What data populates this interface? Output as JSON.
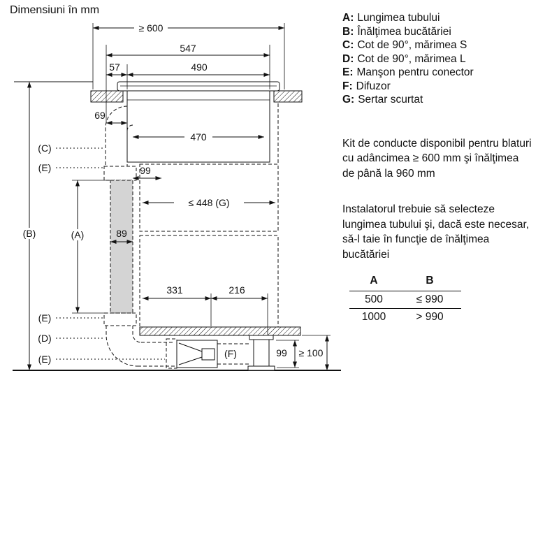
{
  "title": "Dimensiuni în mm",
  "legend": [
    {
      "key": "A:",
      "text": "Lungimea tubului"
    },
    {
      "key": "B:",
      "text": "Înălţimea bucătăriei"
    },
    {
      "key": "C:",
      "text": "Cot de 90°, mărimea S"
    },
    {
      "key": "D:",
      "text": "Cot de 90°, mărimea L"
    },
    {
      "key": "E:",
      "text": "Manşon pentru conector"
    },
    {
      "key": "F:",
      "text": "Difuzor"
    },
    {
      "key": "G:",
      "text": "Sertar scurtat"
    }
  ],
  "notes": [
    "Kit de conducte disponibil pentru blaturi cu adâncimea ≥ 600 mm şi înălţimea de până la 960 mm",
    "Instalatorul trebuie să selecteze lungimea tubului şi, dacă este necesar, să-l taie în funcţie de înălţimea bucătăriei"
  ],
  "table": {
    "headers": [
      "A",
      "B"
    ],
    "rows": [
      [
        "500",
        "≤ 990"
      ],
      [
        "1000",
        "> 990"
      ]
    ]
  },
  "diagram": {
    "dims": {
      "top_width": "≥ 600",
      "width_547": "547",
      "width_57": "57",
      "width_490": "490",
      "offset_69": "69",
      "inner_470": "470",
      "offset_99_top": "99",
      "drawer_448": "≤ 448 (G)",
      "tube_89": "89",
      "width_331": "331",
      "width_216": "216",
      "diffuser_99": "99",
      "plinth_100": "≥ 100"
    },
    "labels": {
      "A": "(A)",
      "B": "(B)",
      "C": "(C)",
      "D": "(D)",
      "E1": "(E)",
      "E2": "(E)",
      "E3": "(E)",
      "F": "(F)"
    }
  }
}
